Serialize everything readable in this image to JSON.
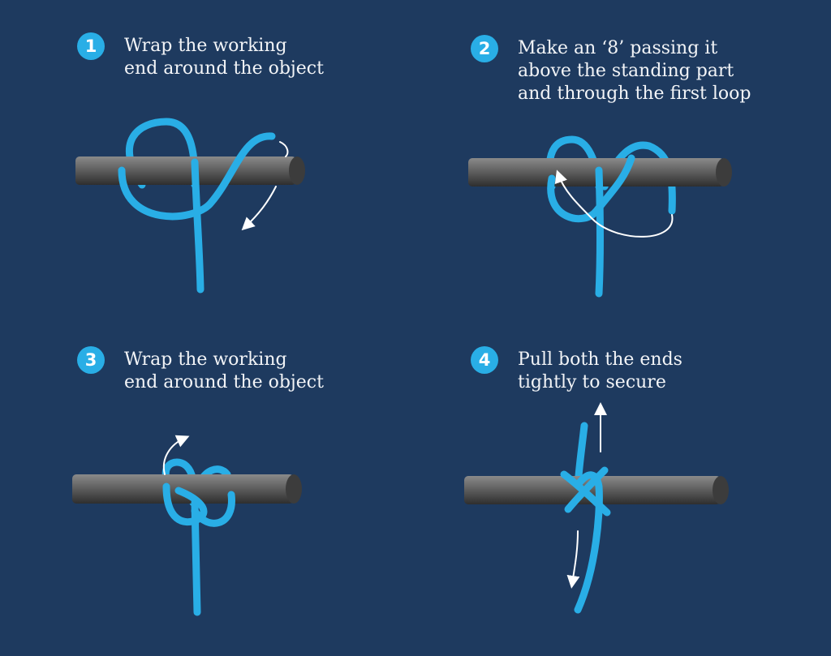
{
  "steps": [
    {
      "number": "1",
      "lines": [
        "Wrap the working",
        "end around the object"
      ]
    },
    {
      "number": "2",
      "lines": [
        "Make an ‘8’ passing it",
        "above the standing part",
        "and through the first loop"
      ]
    },
    {
      "number": "3",
      "lines": [
        "Wrap the working",
        "end around the object"
      ]
    },
    {
      "number": "4",
      "lines": [
        "Pull both the ends",
        "tightly to secure"
      ]
    }
  ],
  "colors": {
    "background": "#1e3a5f",
    "rope": "#29aee6",
    "rod": "#5a5a5a",
    "arrow": "#ffffff"
  }
}
